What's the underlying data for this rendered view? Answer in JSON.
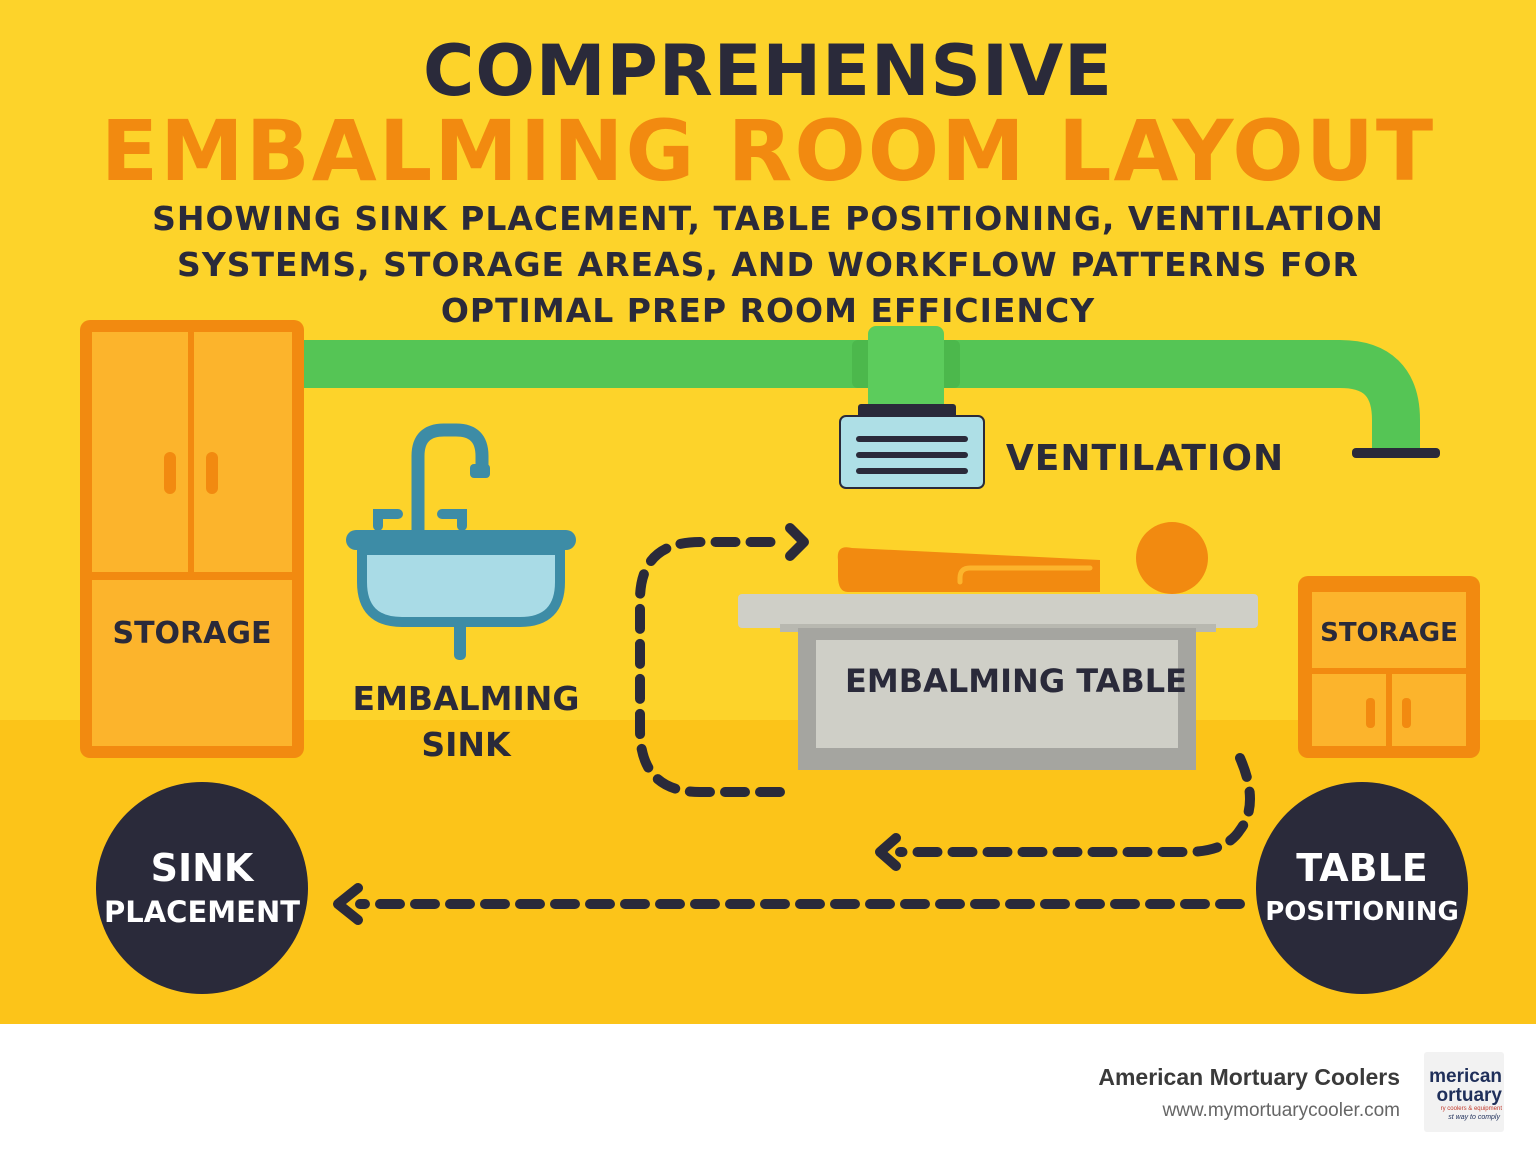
{
  "title_line1": "COMPREHENSIVE",
  "title_line2": "EMBALMING ROOM LAYOUT",
  "subtitle": "SHOWING SINK PLACEMENT, TABLE POSITIONING, VENTILATION SYSTEMS, STORAGE AREAS, AND WORKFLOW PATTERNS FOR OPTIMAL PREP ROOM EFFICIENCY",
  "labels": {
    "storage_left": "STORAGE",
    "storage_right": "STORAGE",
    "ventilation": "VENTILATION",
    "sink_line1": "EMBALMING",
    "sink_line2": "SINK",
    "table": "EMBALMING TABLE"
  },
  "circles": {
    "sink_line1": "SINK",
    "sink_line2": "PLACEMENT",
    "table_line1": "TABLE",
    "table_line2": "POSITIONING"
  },
  "footer": {
    "brand_name": "American Mortuary Coolers",
    "url": "www.mymortuarycooler.com",
    "logo_line1": "merican",
    "logo_line2": "ortuary",
    "logo_line3": "ry coolers & equipment",
    "logo_line4": "st way to comply"
  },
  "colors": {
    "background": "#fdd32a",
    "floor": "#fcc419",
    "orange": "#f28a10",
    "green": "#55c555",
    "dark": "#2a2a3a",
    "sink_blue": "#3d8ca6"
  }
}
